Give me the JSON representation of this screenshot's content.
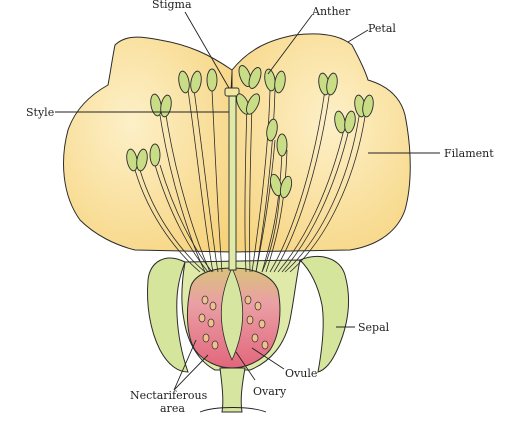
{
  "labels": {
    "stigma": "Stigma",
    "anther": "Anther",
    "petal": "Petal",
    "style": "Style",
    "filament": "Filament",
    "sepal": "Sepal",
    "ovule": "Ovule",
    "ovary": "Ovary",
    "nectariferous_1": "Nectariferous",
    "nectariferous_2": "area"
  },
  "colors": {
    "petal": "#f8d98a",
    "petal_light": "#fdecc0",
    "stem": "#d6e5a0",
    "stroke": "#2b2b2b",
    "anther": "#c9dc86",
    "nectary": "#e9788a",
    "ovary_top": "#d8c07a"
  }
}
